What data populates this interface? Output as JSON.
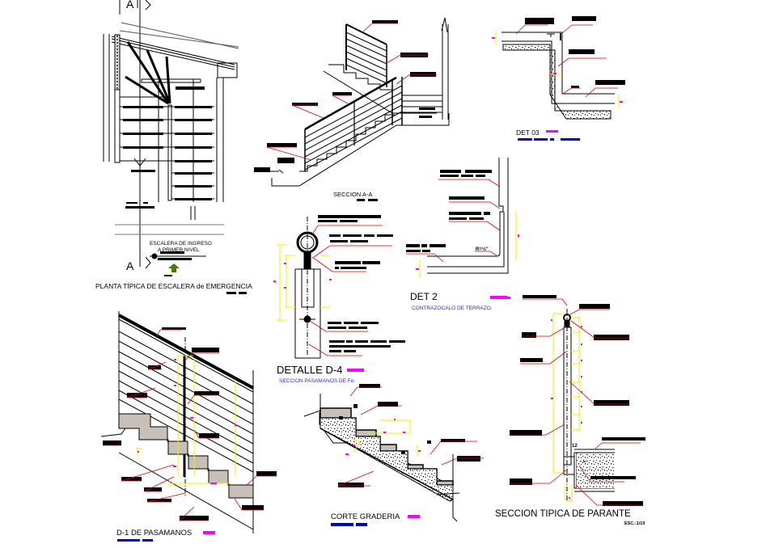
{
  "drawing": {
    "colors": {
      "line": "#000000",
      "leader": "#e00000",
      "dimension": "#f0f000",
      "dim_text": "#ff00ff",
      "scale_bar": "#0000d0",
      "subtitle": "#3030d0",
      "arrow": "#4a7a00",
      "concrete": "#c8c0b8"
    },
    "plan": {
      "title": "PLANTA TÍPICA DE ESCALERA de EMERGENCIA",
      "section_marker_top": "A",
      "section_marker_bottom": "A",
      "note_line1": "ESCALERA DE INGRESO",
      "note_line2": "A PRIMER NIVEL"
    },
    "section_aa": {
      "title": "SECCION A-A"
    },
    "det03": {
      "title": "DET 03"
    },
    "det2": {
      "title": "DET 2",
      "subtitle": "CONTRAZOCALO DE TERRAZO.",
      "radius_label": "R=½\""
    },
    "detalle_d4": {
      "title": "DETALLE D-4",
      "subtitle": "SECCION PASAMANOS DE Fe."
    },
    "d1": {
      "title": "D-1 DE PASAMANOS"
    },
    "corte": {
      "title": "CORTE GRADERIA"
    },
    "parante": {
      "title": "SECCION TIPICA DE PARANTE",
      "scale": "ESC.:1/10",
      "dim_label": "12"
    }
  }
}
